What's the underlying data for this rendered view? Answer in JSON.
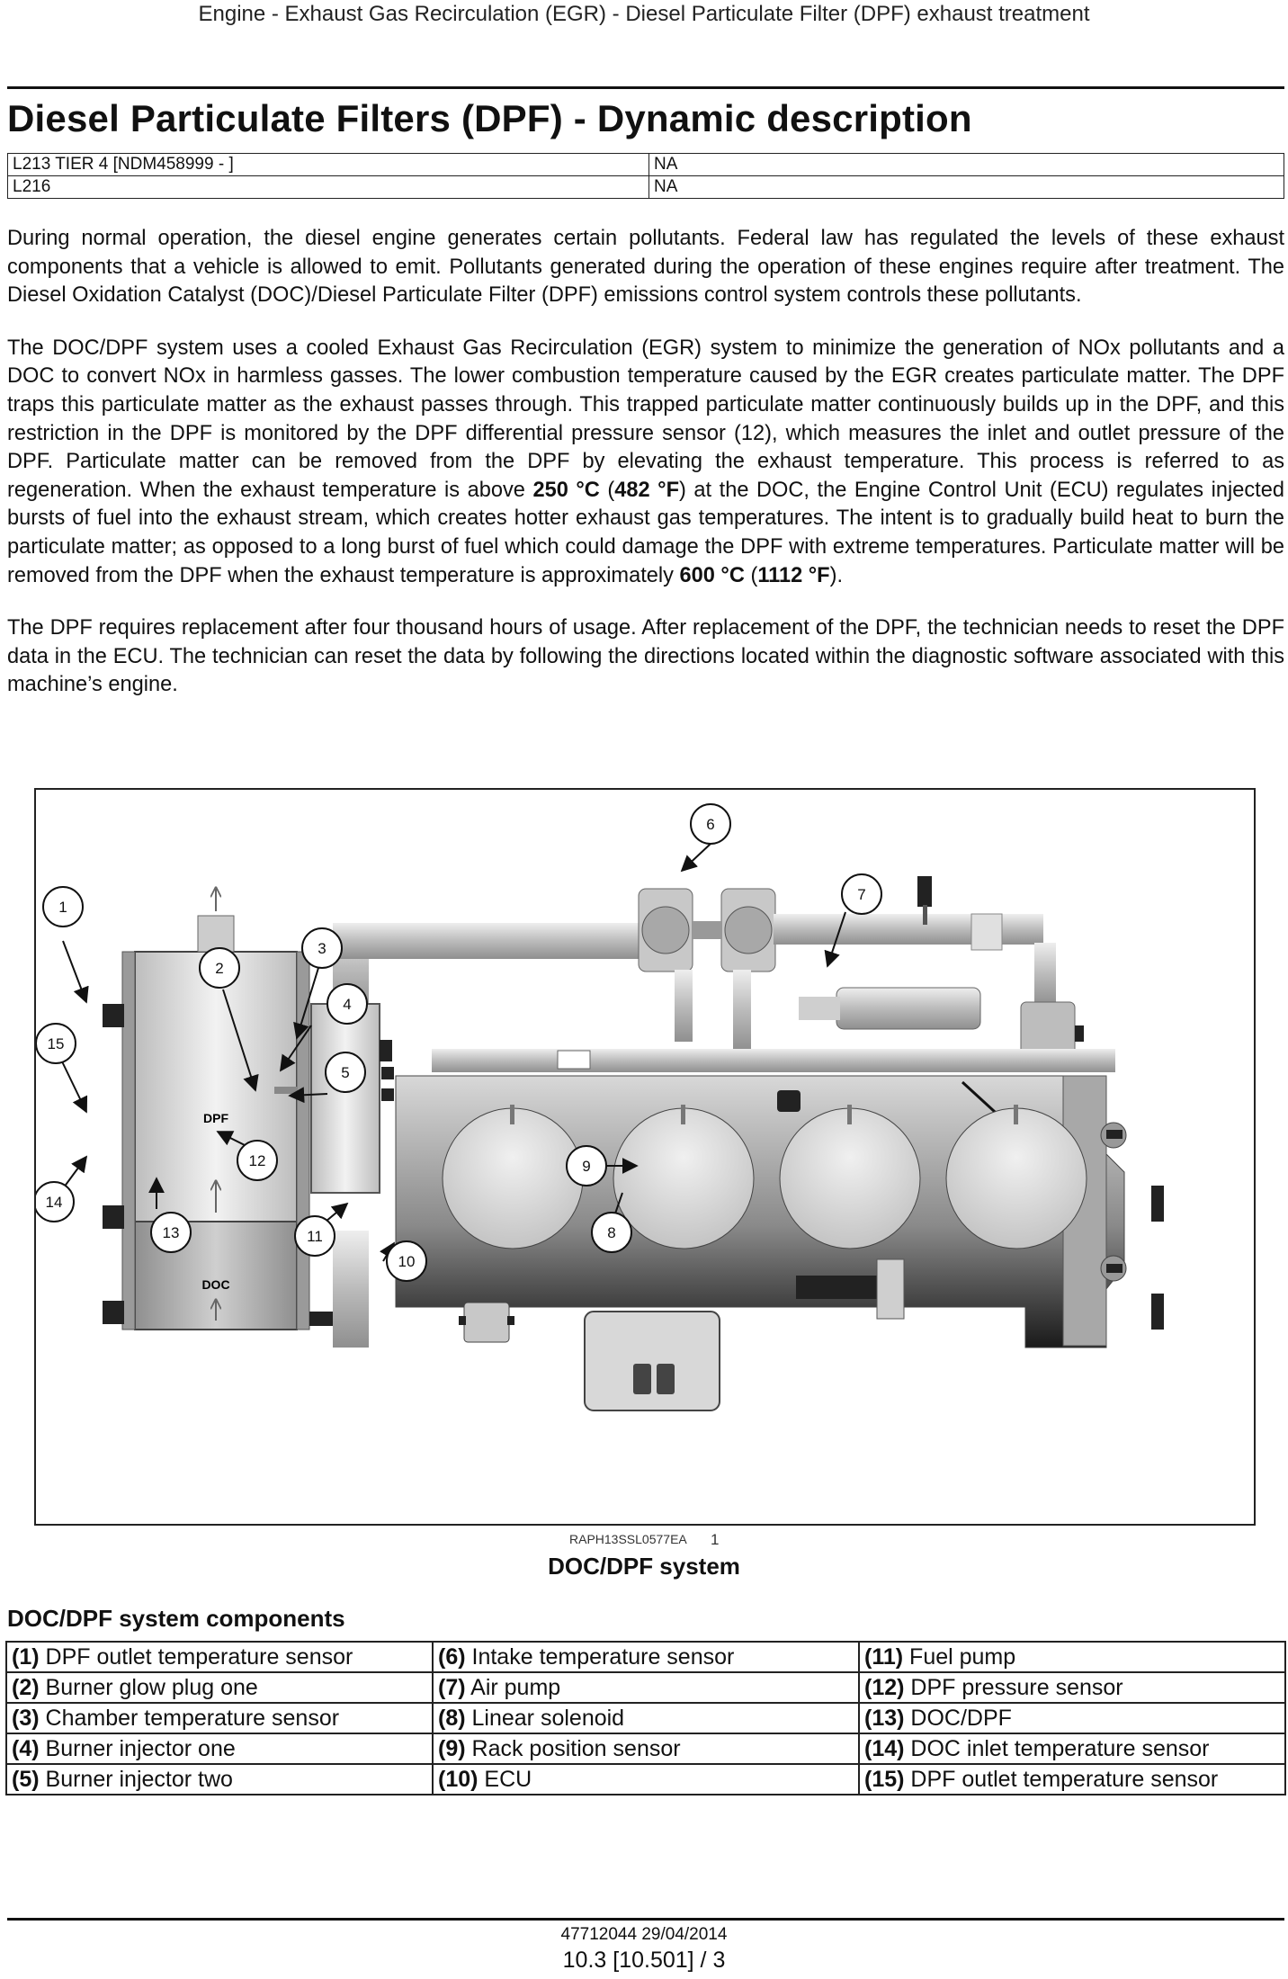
{
  "header": {
    "running_title": "Engine - Exhaust Gas Recirculation (EGR) - Diesel Particulate Filter (DPF) exhaust treatment"
  },
  "document": {
    "title": "Diesel Particulate Filters (DPF) - Dynamic description",
    "applicability": [
      {
        "model": "L213 TIER 4 [NDM458999 - ]",
        "value": "NA"
      },
      {
        "model": "L216",
        "value": "NA"
      }
    ]
  },
  "body": {
    "paragraph1": "During normal operation, the diesel engine generates certain pollutants. Federal law has regulated the levels of these exhaust components that a vehicle is allowed to emit. Pollutants generated during the operation of these engines require after treatment. The Diesel Oxidation Catalyst (DOC)/Diesel Particulate Filter (DPF) emissions control system controls these pollutants.",
    "paragraph2_a": "The DOC/DPF system uses a cooled Exhaust Gas Recirculation (EGR) system to minimize the generation of NOx pollutants and a DOC to convert NOx in harmless gasses. The lower combustion temperature caused by the EGR creates particulate matter. The DPF traps this particulate matter as the exhaust passes through. This trapped particulate matter continuously builds up in the DPF, and this restriction in the DPF is monitored by the DPF differential pressure sensor (12), which measures the inlet and outlet pressure of the DPF. Particulate matter can be removed from the DPF by elevating the exhaust temperature. This process is referred to as regeneration. When the exhaust temperature is above ",
    "temp1_c": "250 °C",
    "paren_open_1": " (",
    "temp1_f": "482 °F",
    "paragraph2_b": ") at the DOC, the Engine Control Unit (ECU) regulates injected bursts of fuel into the exhaust stream, which creates hotter exhaust gas temperatures. The intent is to gradually build heat to burn the particulate matter; as opposed to a long burst of fuel which could damage the DPF with extreme temperatures. Particulate matter will be removed from the DPF when the exhaust temperature is approximately ",
    "temp2_c": "600 °C",
    "paren_open_2": " (",
    "temp2_f": "1112 °F",
    "paragraph2_end": ").",
    "paragraph3": "The DPF requires replacement after four thousand hours of usage.  After replacement of the DPF, the technician needs to reset the DPF data in the ECU. The technician can reset the data by following the directions located within the diagnostic software associated with this machine’s engine."
  },
  "figure": {
    "code": "RAPH13SSL0577EA",
    "number": "1",
    "caption": "DOC/DPF system",
    "label_dpf": "DPF",
    "label_doc": "DOC",
    "callouts": [
      "1",
      "2",
      "3",
      "4",
      "5",
      "6",
      "7",
      "8",
      "9",
      "10",
      "11",
      "12",
      "13",
      "14",
      "15"
    ]
  },
  "components": {
    "heading": "DOC/DPF system components",
    "rows": [
      [
        {
          "num": "(1)",
          "name": "DPF outlet temperature sensor"
        },
        {
          "num": "(6)",
          "name": "Intake temperature sensor"
        },
        {
          "num": "(11)",
          "name": "Fuel pump"
        }
      ],
      [
        {
          "num": "(2)",
          "name": "Burner glow plug one"
        },
        {
          "num": "(7)",
          "name": "Air pump"
        },
        {
          "num": "(12)",
          "name": "DPF pressure sensor"
        }
      ],
      [
        {
          "num": "(3)",
          "name": "Chamber temperature sensor"
        },
        {
          "num": "(8)",
          "name": "Linear solenoid"
        },
        {
          "num": "(13)",
          "name": "DOC/DPF"
        }
      ],
      [
        {
          "num": "(4)",
          "name": "Burner injector one"
        },
        {
          "num": "(9)",
          "name": "Rack position sensor"
        },
        {
          "num": "(14)",
          "name": "DOC inlet temperature sensor"
        }
      ],
      [
        {
          "num": "(5)",
          "name": "Burner injector two"
        },
        {
          "num": "(10)",
          "name": "ECU"
        },
        {
          "num": "(15)",
          "name": "DPF outlet temperature sensor"
        }
      ]
    ]
  },
  "footer": {
    "code": "47712044 29/04/2014",
    "page": "10.3 [10.501] / 3"
  }
}
